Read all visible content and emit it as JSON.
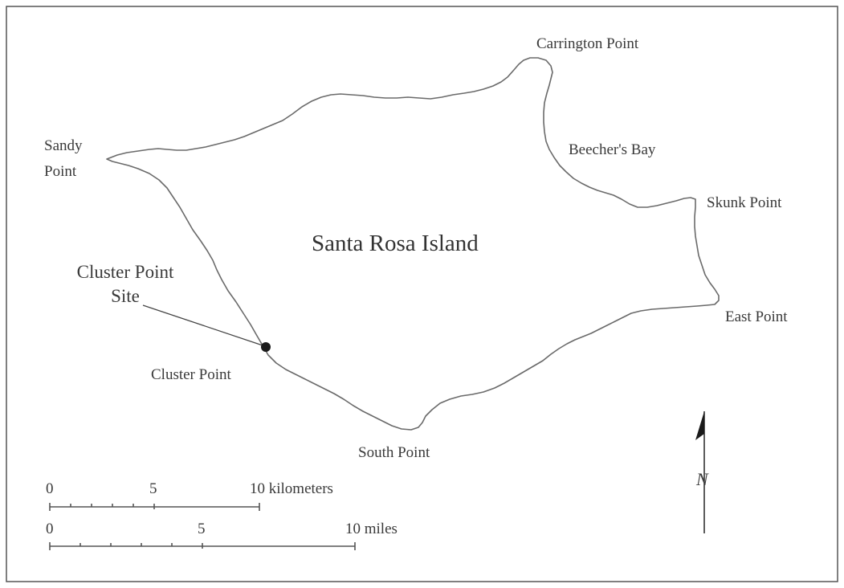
{
  "map": {
    "island_name": "Santa Rosa Island",
    "points": {
      "carrington": "Carrington Point",
      "beechers": "Beecher's Bay",
      "skunk": "Skunk Point",
      "east": "East Point",
      "south": "South Point",
      "cluster": "Cluster Point",
      "sandy_line1": "Sandy",
      "sandy_line2": "Point"
    },
    "site_label": {
      "line1": "Cluster Point",
      "line2": "Site"
    },
    "north_label": "N"
  },
  "scale_km": {
    "tick0": "0",
    "tick5": "5",
    "tick10": "10 kilometers"
  },
  "scale_mi": {
    "tick0": "0",
    "tick5": "5",
    "tick10": "10 miles"
  }
}
